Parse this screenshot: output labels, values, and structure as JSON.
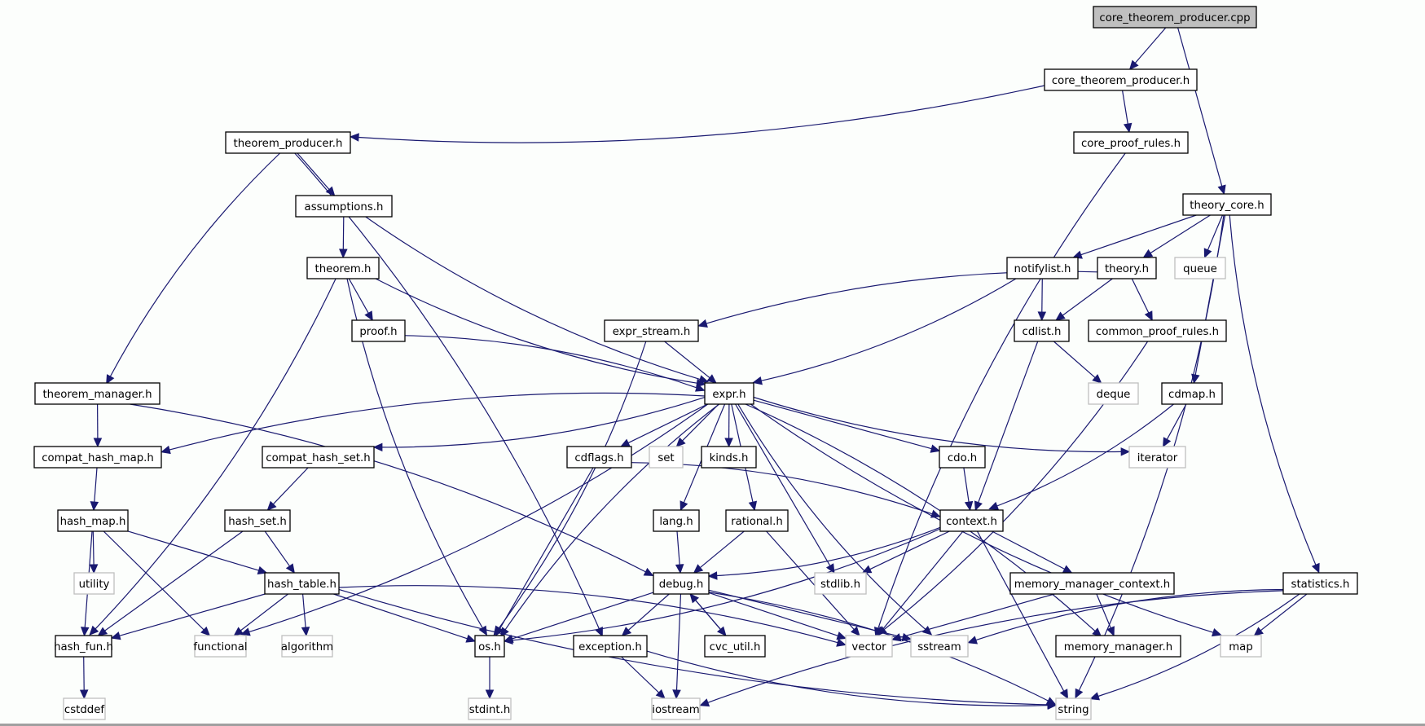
{
  "title": "core_theorem_producer.cpp",
  "colors": {
    "edge": "#191970",
    "root_fill": "#bfbfbf",
    "node_border": "#000000",
    "external_border": "#bfbfbf",
    "background": "#fcfefc"
  },
  "nodes": [
    {
      "id": "core_theorem_producer_cpp",
      "label": "core_theorem_producer.cpp",
      "kind": "root"
    },
    {
      "id": "core_theorem_producer_h",
      "label": "core_theorem_producer.h",
      "kind": "local"
    },
    {
      "id": "theorem_producer_h",
      "label": "theorem_producer.h",
      "kind": "local"
    },
    {
      "id": "core_proof_rules_h",
      "label": "core_proof_rules.h",
      "kind": "local"
    },
    {
      "id": "assumptions_h",
      "label": "assumptions.h",
      "kind": "local"
    },
    {
      "id": "theory_core_h",
      "label": "theory_core.h",
      "kind": "local"
    },
    {
      "id": "theorem_h",
      "label": "theorem.h",
      "kind": "local"
    },
    {
      "id": "notifylist_h",
      "label": "notifylist.h",
      "kind": "local"
    },
    {
      "id": "theory_h",
      "label": "theory.h",
      "kind": "local"
    },
    {
      "id": "queue",
      "label": "queue",
      "kind": "external"
    },
    {
      "id": "proof_h",
      "label": "proof.h",
      "kind": "local"
    },
    {
      "id": "expr_stream_h",
      "label": "expr_stream.h",
      "kind": "local"
    },
    {
      "id": "cdlist_h",
      "label": "cdlist.h",
      "kind": "local"
    },
    {
      "id": "common_proof_rules_h",
      "label": "common_proof_rules.h",
      "kind": "local"
    },
    {
      "id": "theorem_manager_h",
      "label": "theorem_manager.h",
      "kind": "local"
    },
    {
      "id": "expr_h",
      "label": "expr.h",
      "kind": "local"
    },
    {
      "id": "deque",
      "label": "deque",
      "kind": "external"
    },
    {
      "id": "cdmap_h",
      "label": "cdmap.h",
      "kind": "local"
    },
    {
      "id": "compat_hash_map_h",
      "label": "compat_hash_map.h",
      "kind": "local"
    },
    {
      "id": "compat_hash_set_h",
      "label": "compat_hash_set.h",
      "kind": "local"
    },
    {
      "id": "cdflags_h",
      "label": "cdflags.h",
      "kind": "local"
    },
    {
      "id": "set",
      "label": "set",
      "kind": "external"
    },
    {
      "id": "kinds_h",
      "label": "kinds.h",
      "kind": "local"
    },
    {
      "id": "cdo_h",
      "label": "cdo.h",
      "kind": "local"
    },
    {
      "id": "iterator",
      "label": "iterator",
      "kind": "external"
    },
    {
      "id": "hash_map_h",
      "label": "hash_map.h",
      "kind": "local"
    },
    {
      "id": "hash_set_h",
      "label": "hash_set.h",
      "kind": "local"
    },
    {
      "id": "lang_h",
      "label": "lang.h",
      "kind": "local"
    },
    {
      "id": "rational_h",
      "label": "rational.h",
      "kind": "local"
    },
    {
      "id": "context_h",
      "label": "context.h",
      "kind": "local"
    },
    {
      "id": "utility",
      "label": "utility",
      "kind": "external"
    },
    {
      "id": "hash_table_h",
      "label": "hash_table.h",
      "kind": "local"
    },
    {
      "id": "debug_h",
      "label": "debug.h",
      "kind": "local"
    },
    {
      "id": "stdlib_h",
      "label": "stdlib.h",
      "kind": "external"
    },
    {
      "id": "memory_manager_context_h",
      "label": "memory_manager_context.h",
      "kind": "local"
    },
    {
      "id": "statistics_h",
      "label": "statistics.h",
      "kind": "local"
    },
    {
      "id": "hash_fun_h",
      "label": "hash_fun.h",
      "kind": "local"
    },
    {
      "id": "functional",
      "label": "functional",
      "kind": "external"
    },
    {
      "id": "algorithm",
      "label": "algorithm",
      "kind": "external"
    },
    {
      "id": "os_h",
      "label": "os.h",
      "kind": "local"
    },
    {
      "id": "exception_h",
      "label": "exception.h",
      "kind": "local"
    },
    {
      "id": "cvc_util_h",
      "label": "cvc_util.h",
      "kind": "local"
    },
    {
      "id": "vector",
      "label": "vector",
      "kind": "external"
    },
    {
      "id": "sstream",
      "label": "sstream",
      "kind": "external"
    },
    {
      "id": "memory_manager_h",
      "label": "memory_manager.h",
      "kind": "local"
    },
    {
      "id": "map",
      "label": "map",
      "kind": "external"
    },
    {
      "id": "cstddef",
      "label": "cstddef",
      "kind": "external"
    },
    {
      "id": "stdint_h",
      "label": "stdint.h",
      "kind": "external"
    },
    {
      "id": "iostream",
      "label": "iostream",
      "kind": "external"
    },
    {
      "id": "string",
      "label": "string",
      "kind": "external"
    }
  ],
  "edges": [
    [
      "core_theorem_producer_cpp",
      "core_theorem_producer_h"
    ],
    [
      "core_theorem_producer_cpp",
      "theory_core_h"
    ],
    [
      "core_theorem_producer_h",
      "theorem_producer_h"
    ],
    [
      "core_theorem_producer_h",
      "core_proof_rules_h"
    ],
    [
      "theorem_producer_h",
      "assumptions_h"
    ],
    [
      "theorem_producer_h",
      "theorem_manager_h"
    ],
    [
      "theorem_producer_h",
      "exception_h"
    ],
    [
      "core_proof_rules_h",
      "vector"
    ],
    [
      "assumptions_h",
      "theorem_h"
    ],
    [
      "assumptions_h",
      "expr_h"
    ],
    [
      "theorem_h",
      "proof_h"
    ],
    [
      "theorem_h",
      "expr_h"
    ],
    [
      "theorem_h",
      "hash_fun_h"
    ],
    [
      "theorem_h",
      "os_h"
    ],
    [
      "proof_h",
      "expr_h"
    ],
    [
      "theory_core_h",
      "notifylist_h"
    ],
    [
      "theory_core_h",
      "theory_h"
    ],
    [
      "theory_core_h",
      "queue"
    ],
    [
      "theory_core_h",
      "cdmap_h"
    ],
    [
      "theory_core_h",
      "statistics_h"
    ],
    [
      "theory_core_h",
      "string"
    ],
    [
      "notifylist_h",
      "cdlist_h"
    ],
    [
      "notifylist_h",
      "expr_h"
    ],
    [
      "theory_h",
      "cdlist_h"
    ],
    [
      "theory_h",
      "common_proof_rules_h"
    ],
    [
      "theory_h",
      "expr_stream_h"
    ],
    [
      "common_proof_rules_h",
      "vector"
    ],
    [
      "expr_stream_h",
      "expr_h"
    ],
    [
      "expr_stream_h",
      "os_h"
    ],
    [
      "cdlist_h",
      "deque"
    ],
    [
      "cdlist_h",
      "context_h"
    ],
    [
      "cdmap_h",
      "iterator"
    ],
    [
      "cdmap_h",
      "context_h"
    ],
    [
      "theorem_manager_h",
      "compat_hash_map_h"
    ],
    [
      "theorem_manager_h",
      "debug_h"
    ],
    [
      "expr_h",
      "compat_hash_map_h"
    ],
    [
      "expr_h",
      "compat_hash_set_h"
    ],
    [
      "expr_h",
      "cdflags_h"
    ],
    [
      "expr_h",
      "set"
    ],
    [
      "expr_h",
      "kinds_h"
    ],
    [
      "expr_h",
      "cdo_h"
    ],
    [
      "expr_h",
      "iterator"
    ],
    [
      "expr_h",
      "lang_h"
    ],
    [
      "expr_h",
      "rational_h"
    ],
    [
      "expr_h",
      "functional"
    ],
    [
      "expr_h",
      "os_h"
    ],
    [
      "expr_h",
      "stdlib_h"
    ],
    [
      "expr_h",
      "sstream"
    ],
    [
      "expr_h",
      "memory_manager_h"
    ],
    [
      "expr_h",
      "map"
    ],
    [
      "compat_hash_map_h",
      "hash_map_h"
    ],
    [
      "compat_hash_set_h",
      "hash_set_h"
    ],
    [
      "cdflags_h",
      "context_h"
    ],
    [
      "cdflags_h",
      "os_h"
    ],
    [
      "cdo_h",
      "context_h"
    ],
    [
      "hash_map_h",
      "utility"
    ],
    [
      "hash_map_h",
      "hash_fun_h"
    ],
    [
      "hash_map_h",
      "functional"
    ],
    [
      "hash_map_h",
      "hash_table_h"
    ],
    [
      "hash_set_h",
      "hash_table_h"
    ],
    [
      "hash_set_h",
      "hash_fun_h"
    ],
    [
      "lang_h",
      "debug_h"
    ],
    [
      "rational_h",
      "debug_h"
    ],
    [
      "rational_h",
      "vector"
    ],
    [
      "context_h",
      "debug_h"
    ],
    [
      "context_h",
      "stdlib_h"
    ],
    [
      "context_h",
      "vector"
    ],
    [
      "context_h",
      "memory_manager_context_h"
    ],
    [
      "context_h",
      "os_h"
    ],
    [
      "context_h",
      "string"
    ],
    [
      "hash_table_h",
      "hash_fun_h"
    ],
    [
      "hash_table_h",
      "functional"
    ],
    [
      "hash_table_h",
      "algorithm"
    ],
    [
      "hash_table_h",
      "os_h"
    ],
    [
      "hash_table_h",
      "vector"
    ],
    [
      "hash_table_h",
      "string"
    ],
    [
      "debug_h",
      "os_h"
    ],
    [
      "debug_h",
      "exception_h"
    ],
    [
      "debug_h",
      "iostream"
    ],
    [
      "debug_h",
      "cvc_util_h"
    ],
    [
      "debug_h",
      "vector"
    ],
    [
      "debug_h",
      "sstream"
    ],
    [
      "debug_h",
      "string"
    ],
    [
      "cvc_util_h",
      "debug_h"
    ],
    [
      "memory_manager_context_h",
      "memory_manager_h"
    ],
    [
      "memory_manager_context_h",
      "vector"
    ],
    [
      "statistics_h",
      "map"
    ],
    [
      "statistics_h",
      "sstream"
    ],
    [
      "statistics_h",
      "string"
    ],
    [
      "statistics_h",
      "iostream"
    ],
    [
      "hash_fun_h",
      "cstddef"
    ],
    [
      "os_h",
      "stdint_h"
    ],
    [
      "exception_h",
      "iostream"
    ],
    [
      "exception_h",
      "string"
    ]
  ]
}
